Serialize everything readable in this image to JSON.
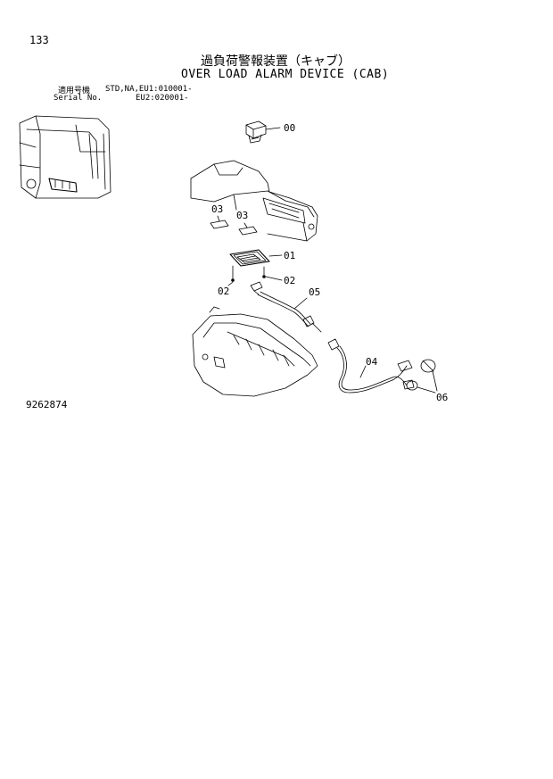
{
  "page_number": "133",
  "title_jp": "過負荷警報装置（キャブ）",
  "title_en": "OVER LOAD ALARM DEVICE (CAB)",
  "serial": {
    "label_jp": "適用号機",
    "label_en": "Serial No.",
    "std": "STD,NA,EU1:010001-",
    "eu2": "EU2:020001-"
  },
  "callouts": {
    "c00": "00",
    "c01": "01",
    "c02a": "02",
    "c02b": "02",
    "c03a": "03",
    "c03b": "03",
    "c04": "04",
    "c05": "05",
    "c06": "06"
  },
  "doc_number": "9262874"
}
